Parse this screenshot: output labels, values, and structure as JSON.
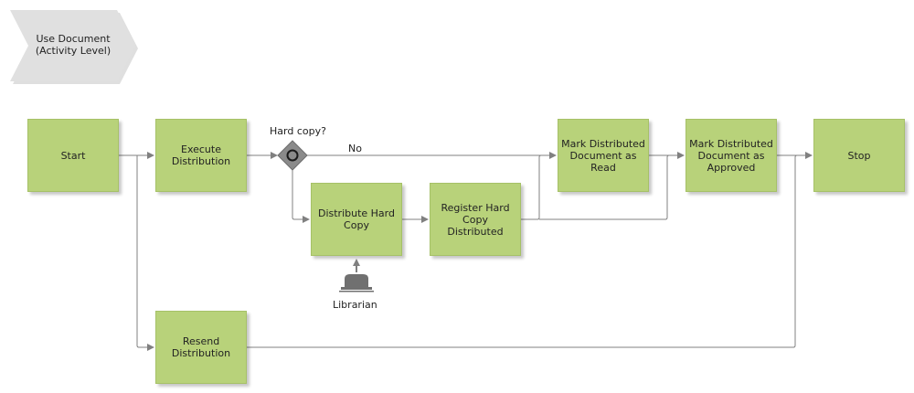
{
  "title": {
    "line1": "Use Document",
    "line2": "(Activity Level)"
  },
  "nodes": {
    "start": "Start",
    "execute_distribution": "Execute Distribution",
    "distribute_hard_copy": "Distribute Hard Copy",
    "register_hard_copy": "Register Hard Copy Distributed",
    "mark_read": "Mark Distributed Document as Read",
    "mark_approved": "Mark Distributed Document as Approved",
    "stop": "Stop",
    "resend_distribution": "Resend Distribution"
  },
  "gateway": {
    "question": "Hard copy?",
    "no_label": "No"
  },
  "role": {
    "name": "Librarian"
  },
  "colors": {
    "task": "#b8d27a",
    "connector": "#808080",
    "header": "#e0e0e0",
    "gateway": "#888888"
  }
}
